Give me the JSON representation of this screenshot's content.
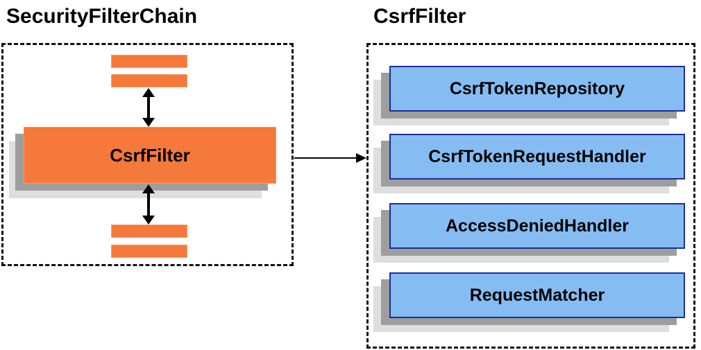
{
  "left_panel": {
    "title": "SecurityFilterChain",
    "filter_box_label": "CsrfFilter"
  },
  "right_panel": {
    "title": "CsrfFilter",
    "boxes": [
      {
        "label": "CsrfTokenRepository"
      },
      {
        "label": "CsrfTokenRequestHandler"
      },
      {
        "label": "AccessDeniedHandler"
      },
      {
        "label": "RequestMatcher"
      }
    ]
  },
  "colors": {
    "orange_fill": "#F4793B",
    "blue_fill": "#85BDF2",
    "blue_border": "#1B2C9E",
    "shadow_dark": "#9E9E9E",
    "shadow_light": "#DEDEDE",
    "dashed_border": "#111111",
    "text": "#000000"
  }
}
